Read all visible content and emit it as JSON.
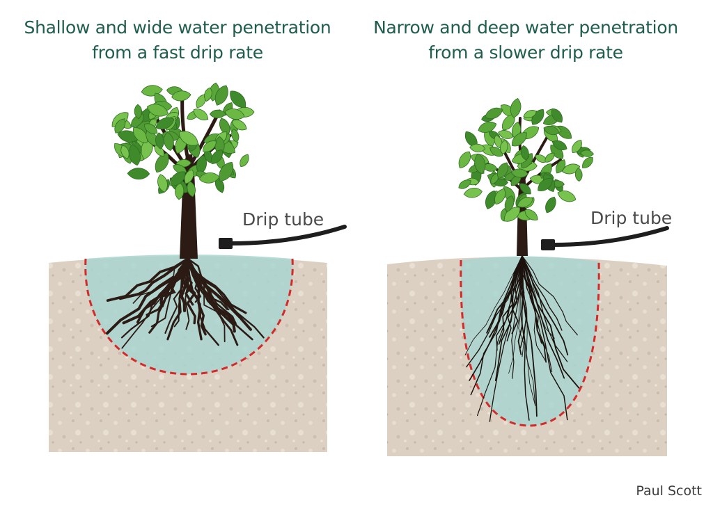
{
  "panels": [
    {
      "title_line1": "Shallow and wide water penetration",
      "title_line2": "from a fast drip rate",
      "drip_label": "Drip tube"
    },
    {
      "title_line1": "Narrow and deep water penetration",
      "title_line2": "from a slower drip rate",
      "drip_label": "Drip tube"
    }
  ],
  "credit": "Paul Scott",
  "colors": {
    "title": "#1f5e4e",
    "soil": "#dcd0c2",
    "water": "#a9d6d0",
    "wet_boundary": "#d42a2a",
    "leaf": "#5aa83a",
    "trunk": "#2b1b14",
    "tube": "#1e1e1e"
  }
}
